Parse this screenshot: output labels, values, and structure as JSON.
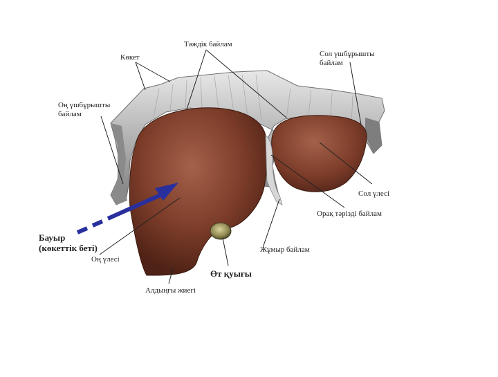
{
  "labels": {
    "tazhdik": "Тәждік байлам",
    "sol_ushburyshty": "Сол үшбұрышты\nбайлам",
    "koket": "Көкет",
    "on_ushburyshty": "Оң үшбұрышты\nбайлам",
    "sol_ulesi": "Сол үлесі",
    "orak": "Орақ тәрізді байлам",
    "bauyr": "Бауыр\n(көкеттік беті)",
    "zhumyr": "Жұмыр байлам",
    "on_ulesi": "Оң үлесі",
    "ot_kuygy": "Өт қуығы",
    "aldyngy": "Алдыңғы жиегі"
  },
  "colors": {
    "liver": "#7a3b28",
    "liver_light": "#9c5b43",
    "liver_dark": "#4e2216",
    "diaphragm": "#c9c9c9",
    "diaphragm_dark": "#8e8e8e",
    "arrow": "#2a2f9e"
  }
}
